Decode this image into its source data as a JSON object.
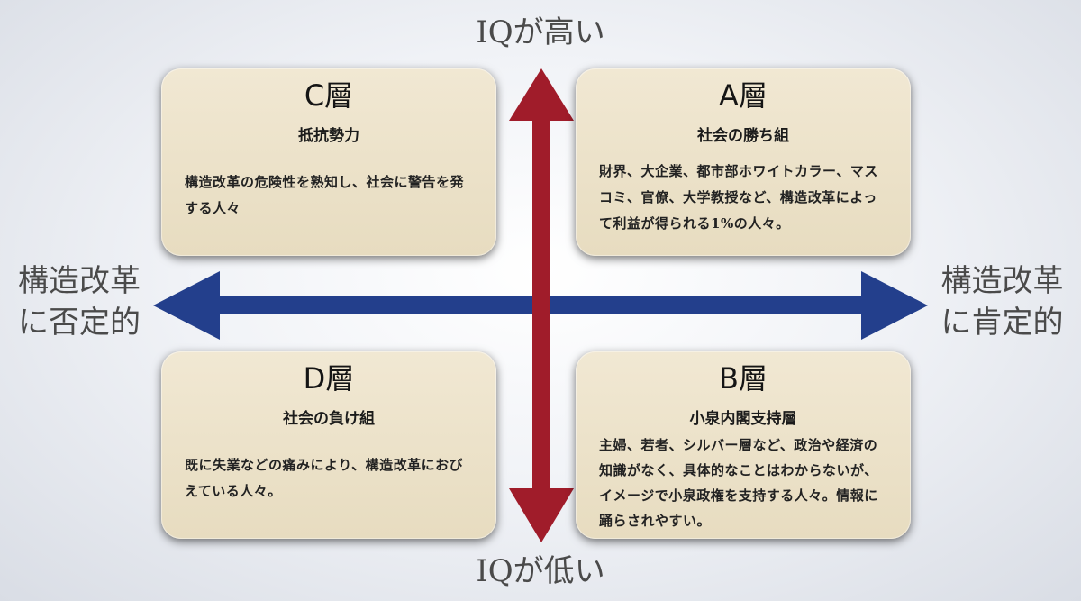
{
  "axes": {
    "top": "IQが高い",
    "bottom": "IQが低い",
    "left_line1": "構造改革",
    "left_line2": "に否定的",
    "right_line1": "構造改革",
    "right_line2": "に肯定的"
  },
  "colors": {
    "vertical_arrow": "#a01c2a",
    "horizontal_arrow": "#233f8c",
    "card_background": "#ece2c9"
  },
  "quadrants": {
    "c": {
      "title": "C層",
      "subtitle": "抵抗勢力",
      "body": "構造改革の危険性を熟知し、社会に警告を発する人々"
    },
    "a": {
      "title": "A層",
      "subtitle": "社会の勝ち組",
      "body": "財界、大企業、都市部ホワイトカラー、マスコミ、官僚、大学教授など、構造改革によって利益が得られる1%の人々。"
    },
    "d": {
      "title": "D層",
      "subtitle": "社会の負け組",
      "body": "既に失業などの痛みにより、構造改革におびえている人々。"
    },
    "b": {
      "title": "B層",
      "subtitle": "小泉内閣支持層",
      "body": "主婦、若者、シルバー層など、政治や経済の知識がなく、具体的なことはわからないが、イメージで小泉政権を支持する人々。情報に踊らされやすい。"
    }
  }
}
